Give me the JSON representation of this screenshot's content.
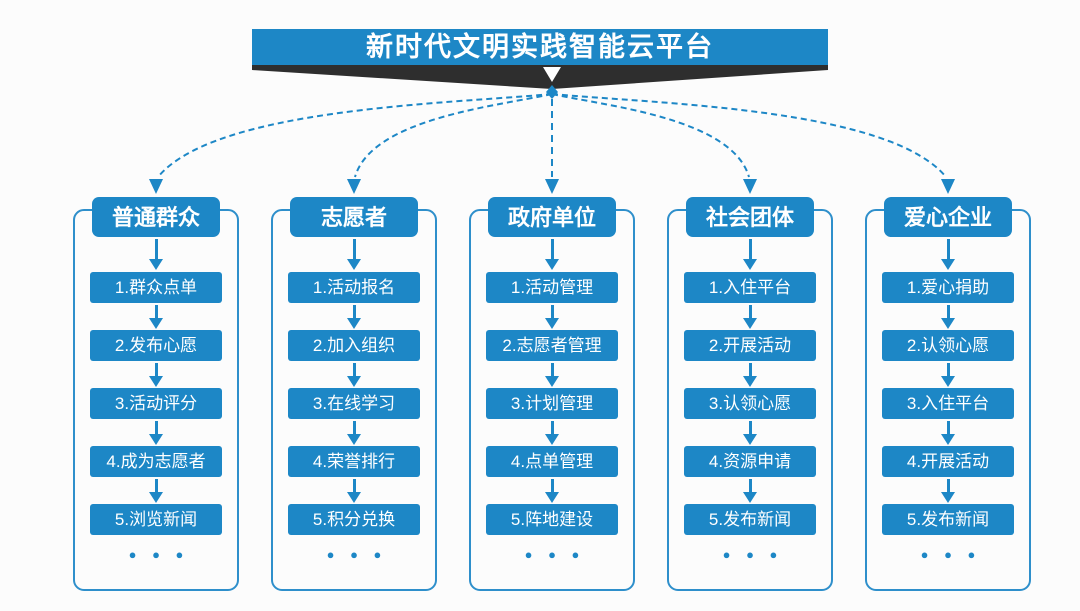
{
  "title_banner": {
    "title": "新时代文明实践智能云平台"
  },
  "ellipsis": "● ● ●",
  "colors": {
    "primary": "#1d87c6",
    "frame_border": "#2e8fcb",
    "ribbon_dark": "#2e2e2e",
    "text_on_primary": "#ffffff",
    "background": "#fcfcfc"
  },
  "columns": [
    {
      "header": "普通群众",
      "items": [
        "1.群众点单",
        "2.发布心愿",
        "3.活动评分",
        "4.成为志愿者",
        "5.浏览新闻"
      ]
    },
    {
      "header": "志愿者",
      "items": [
        "1.活动报名",
        "2.加入组织",
        "3.在线学习",
        "4.荣誉排行",
        "5.积分兑换"
      ]
    },
    {
      "header": "政府单位",
      "items": [
        "1.活动管理",
        "2.志愿者管理",
        "3.计划管理",
        "4.点单管理",
        "5.阵地建设"
      ]
    },
    {
      "header": "社会团体",
      "items": [
        "1.入住平台",
        "2.开展活动",
        "3.认领心愿",
        "4.资源申请",
        "5.发布新闻"
      ]
    },
    {
      "header": "爱心企业",
      "items": [
        "1.爱心捐助",
        "2.认领心愿",
        "3.入住平台",
        "4.开展活动",
        "5.发布新闻"
      ]
    }
  ]
}
